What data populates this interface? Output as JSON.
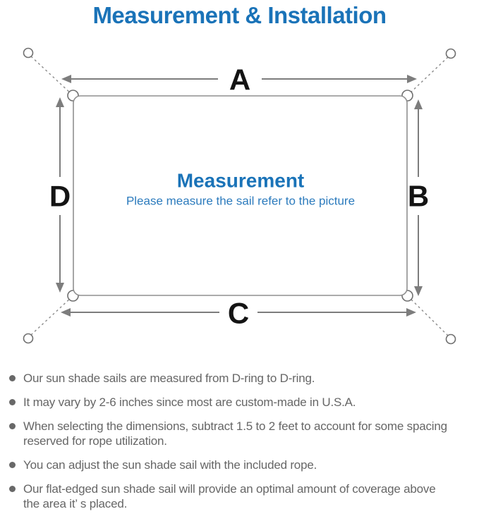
{
  "title": "Measurement & Installation",
  "diagram": {
    "edge_labels": {
      "top": "A",
      "right": "B",
      "bottom": "C",
      "left": "D"
    },
    "center_heading": "Measurement",
    "center_note": "Please measure the sail refer to the picture"
  },
  "notes": [
    {
      "lines": [
        "Our sun shade sails are measured from D-ring to D-ring."
      ]
    },
    {
      "lines": [
        "It may vary by 2-6 inches since most are custom-made in U.S.A."
      ]
    },
    {
      "lines": [
        "When selecting the dimensions, subtract 1.5 to 2 feet to account for some spacing",
        "reserved for rope utilization."
      ]
    },
    {
      "lines": [
        "You can adjust the sun shade sail with the included rope."
      ]
    },
    {
      "lines": [
        "Our flat-edged sun shade sail will provide an optimal amount of coverage above",
        "the area it’ s placed."
      ]
    }
  ],
  "colors": {
    "accent_blue": "#1a73b8",
    "note_blue": "#2c7bbd",
    "line_gray": "#7d7d7d",
    "text_gray": "#666666",
    "label_black": "#141414"
  }
}
